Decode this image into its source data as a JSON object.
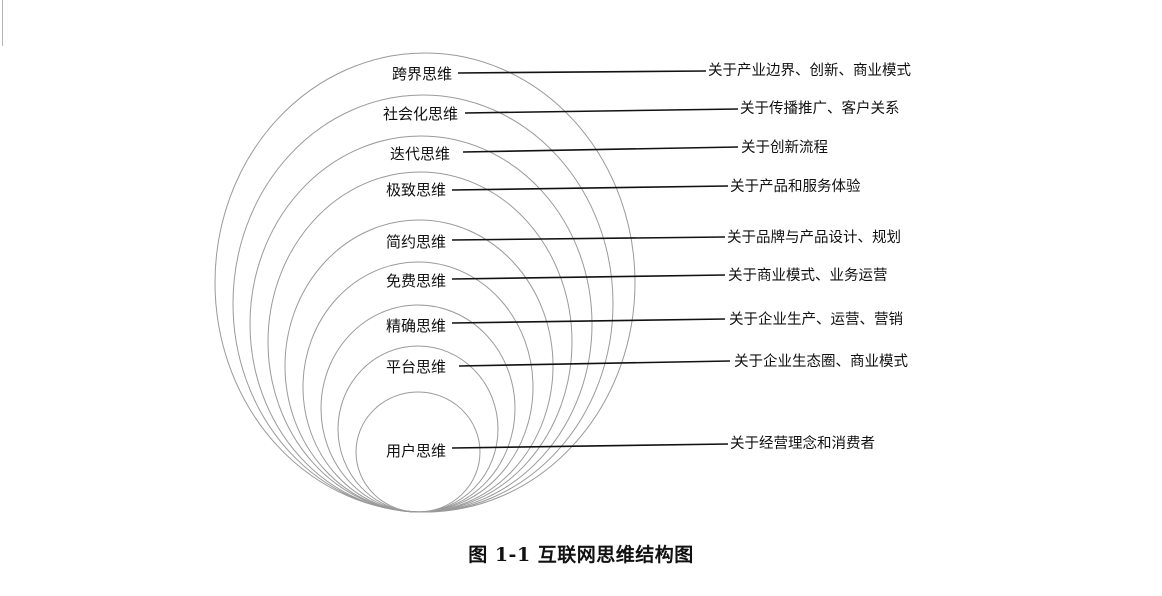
{
  "caption": "图 1-1  互联网思维结构图",
  "layers": [
    {
      "name": "跨界思维",
      "description": "关于产业边界、创新、商业模式"
    },
    {
      "name": "社会化思维",
      "description": "关于传播推广、客户关系"
    },
    {
      "name": "迭代思维",
      "description": "关于创新流程"
    },
    {
      "name": "极致思维",
      "description": "关于产品和服务体验"
    },
    {
      "name": "简约思维",
      "description": "关于品牌与产品设计、规划"
    },
    {
      "name": "免费思维",
      "description": "关于商业模式、业务运营"
    },
    {
      "name": "精确思维",
      "description": "关于企业生产、运营、营销"
    },
    {
      "name": "平台思维",
      "description": "关于企业生态圈、商业模式"
    },
    {
      "name": "用户思维",
      "description": "关于经营理念和消费者"
    }
  ]
}
